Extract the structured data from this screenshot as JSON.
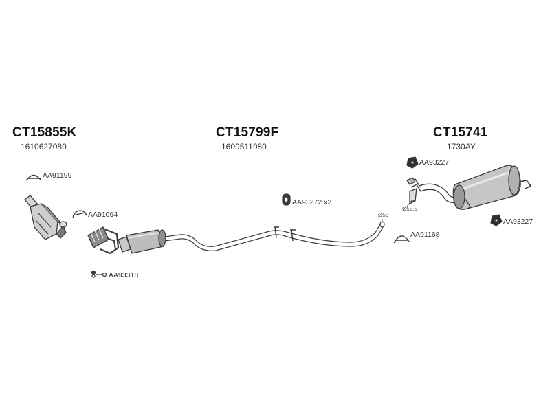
{
  "assemblies": {
    "left": {
      "code": "CT15855K",
      "number": "1610627080"
    },
    "middle": {
      "code": "CT15799F",
      "number": "1609511980"
    },
    "right": {
      "code": "CT15741",
      "number": "1730AY"
    }
  },
  "parts": {
    "aa91199": "AA91199",
    "aa91094": "AA91094",
    "aa93318": "AA93318",
    "aa93272": "AA93272 x2",
    "aa91168": "AA91168",
    "aa93227_top": "AA93227",
    "aa93227_bottom": "AA93227"
  },
  "dimensions": {
    "d55": "Ø55",
    "d55_5": "Ø55.5"
  },
  "colors": {
    "line": "#3a3a3a",
    "fill_light": "#e6e6e6",
    "fill_mid": "#bdbdbd",
    "fill_dark": "#555555"
  }
}
